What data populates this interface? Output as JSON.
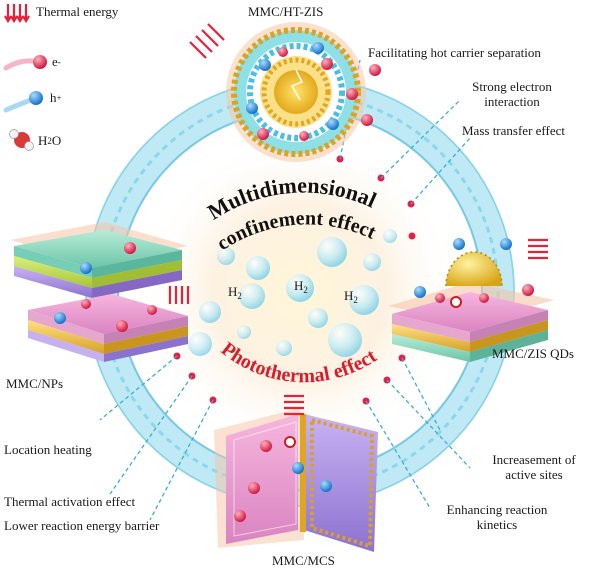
{
  "legend": {
    "thermal_energy": "Thermal  energy",
    "electron_symbol": "e",
    "electron_charge": "-",
    "hole_symbol": "h",
    "hole_charge": "+",
    "water_h": "H",
    "water_sub": "2",
    "water_o": "O"
  },
  "center": {
    "line1": "Multidimensional",
    "line2": "confinement effect",
    "line3": "Photothermal effect",
    "h2_text": "H",
    "h2_sub": "2"
  },
  "materials": {
    "top": "MMC/HT-ZIS",
    "right": "MMC/ZIS QDs",
    "left": "MMC/NPs",
    "bottom": "MMC/MCS"
  },
  "effects": {
    "hot_carrier": "Facilitating hot carrier separation",
    "electron_interaction_1": "Strong electron",
    "electron_interaction_2": "interaction",
    "mass_transfer": "Mass transfer effect",
    "active_sites_1": "Increasement of",
    "active_sites_2": "active sites",
    "kinetics_1": "Enhancing reaction",
    "kinetics_2": "kinetics",
    "location_heating": "Location heating",
    "thermal_activation": "Thermal activation effect",
    "energy_barrier": "Lower reaction energy barrier"
  },
  "colors": {
    "ring": "#8fd9ee",
    "ring_dark": "#3aaed3",
    "electron": "#e2204a",
    "hole": "#1c8fe0",
    "thermal_arrow": "#e8213a",
    "title_dark": "#111111",
    "title_red": "#d81c2a"
  }
}
